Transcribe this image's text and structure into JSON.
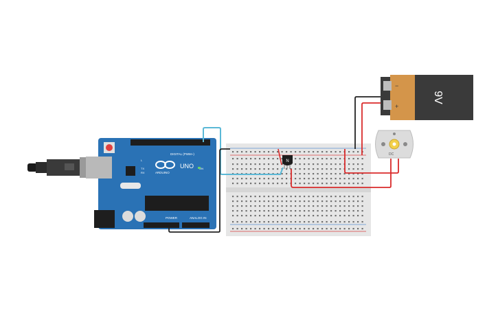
{
  "circuit": {
    "arduino": {
      "logo": "ARDUINO",
      "model": "UNO",
      "digital_label": "DIGITAL (PWM~)",
      "power_label": "POWER",
      "analog_label": "ANALOG IN",
      "on_label": "ON",
      "tx_label": "TX",
      "rx_label": "RX",
      "l_label": "L"
    },
    "transistor": {
      "label": "N"
    },
    "battery": {
      "label": "9V",
      "minus": "−",
      "plus": "+"
    },
    "motor": {
      "label": "DC"
    },
    "colors": {
      "arduino_board": "#2a72b5",
      "breadboard": "#e6e6e6",
      "battery_body": "#d4954a",
      "battery_cap": "#3a3a3a",
      "wire_red": "#d92a2a",
      "wire_black": "#222222",
      "wire_cyan": "#5ab8d6",
      "motor_body": "#dcdcdc",
      "motor_shaft": "#f2d04a"
    }
  }
}
